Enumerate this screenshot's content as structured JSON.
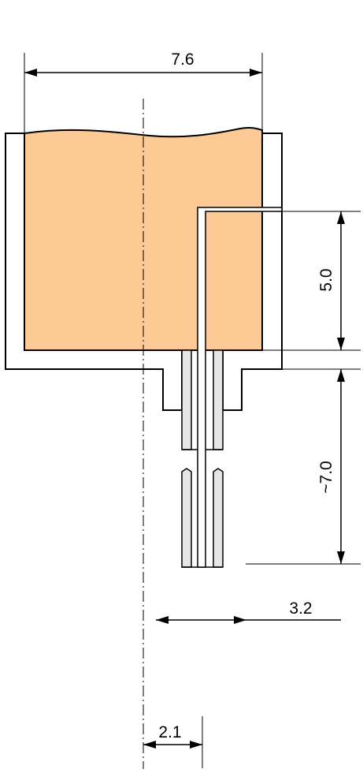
{
  "colors": {
    "fill": "#fdc994",
    "outline": "#000000",
    "tube": "#e6e6e6",
    "background": "#ffffff"
  },
  "dimensions": {
    "width_top": "7.6",
    "electrode_depth": "5.0",
    "lead_length": "~7.0",
    "offset_right": "3.2",
    "offset_bottom": "2.1"
  }
}
